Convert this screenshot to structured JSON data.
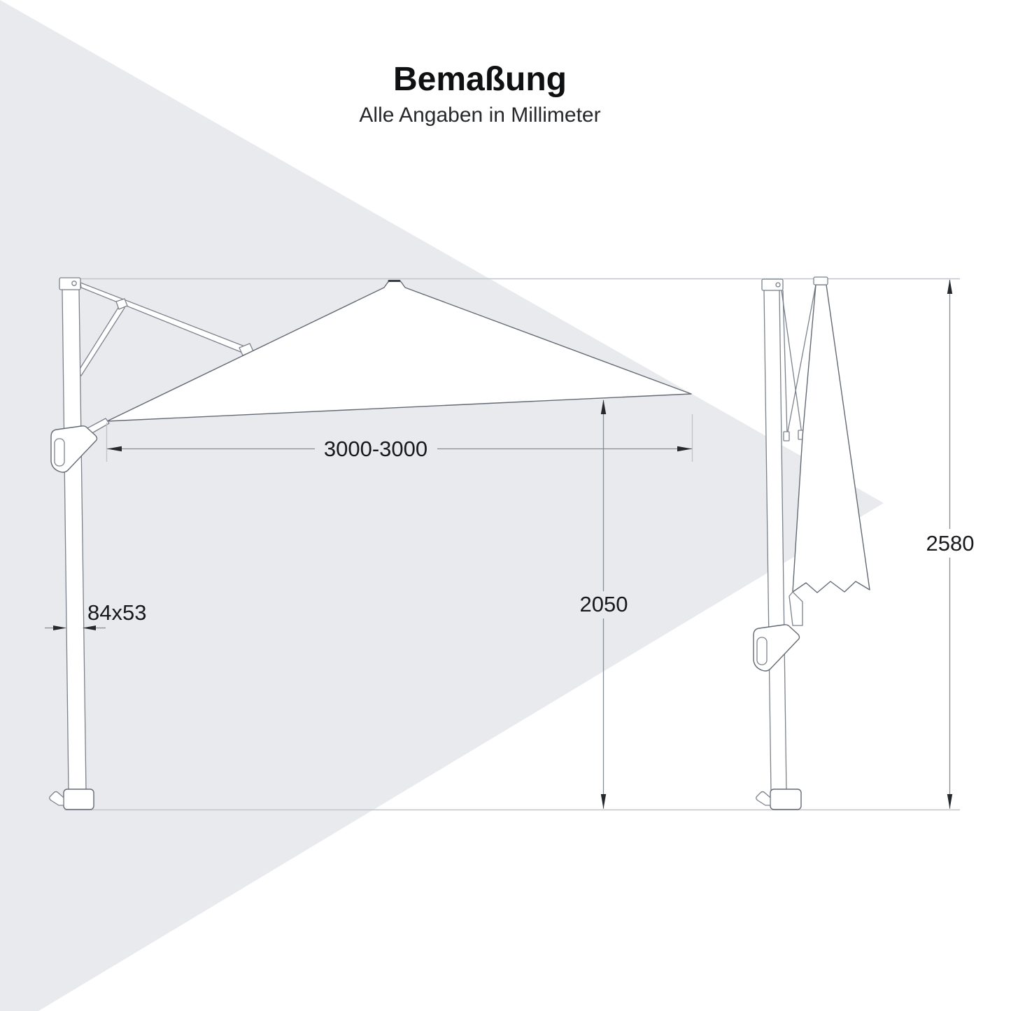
{
  "header": {
    "title": "Bemaßung",
    "subtitle": "Alle Angaben in Millimeter"
  },
  "dimensions": {
    "canopy_width": "3000-3000",
    "height_under_canopy": "2050",
    "closed_height": "2580",
    "mast_profile": "84x53"
  },
  "colors": {
    "background": "#ffffff",
    "shadow_fill": "#e8eaee",
    "structure_line": "#7b828c",
    "outline_dark": "#636a74",
    "dimension_line": "#878d95",
    "guide_line": "#c2c6cb",
    "arrow": "#25282c",
    "text": "#17191c"
  }
}
